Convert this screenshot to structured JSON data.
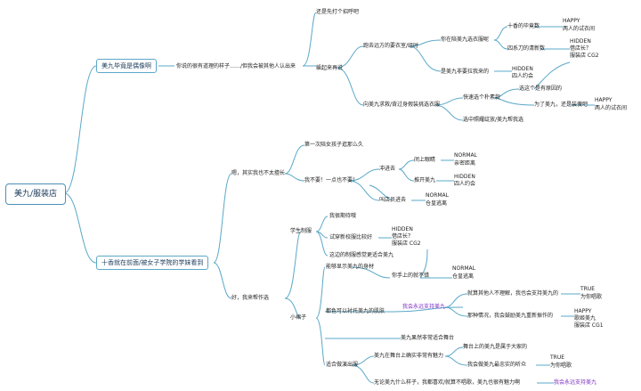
{
  "root": "美九/服装店",
  "branch1": {
    "title": "美九毕竟是偶像啊",
    "sub": "你说的很有道理的样子……/但我会被其他人认出来",
    "n_first": "还是先打个招呼吧",
    "n_far": "跑去远方的要衣室/组时",
    "n_see": "躲起来再说",
    "n_good": "你在陪美九选衣服呢",
    "n_fan": "十香的毕竟数",
    "n_happy1": "HAPPY",
    "n_happy1b": "两人的试衣间",
    "n_four": "四系刀的清新数",
    "n_hidden1": "HIDDEN",
    "n_hidden1b": "借店长？",
    "n_hidden1c": "服装店 CG2",
    "n_drag": "是美九非要拉我来的",
    "n_hidden2": "HIDDEN",
    "n_hidden2b": "四人约会",
    "n_mine": "选这个是有原因的",
    "n_ask": "向美九求救/背过身假装挑选衣服",
    "n_cute": "快速选个朴素款",
    "n_why": "为了美九，还是装傻吧",
    "n_happy2": "HAPPY",
    "n_happy2b": "两人的试衣间",
    "n_pick": "选中照耀绽放/美九帮我选"
  },
  "branch2": {
    "title": "十香就在前面/被女子学院的学妹看到",
    "uh": "嗯，其实我也不太擅长",
    "first_girl": "第一次陪女孩子逛那么久",
    "no_go": "我不要！一点也不要！",
    "rush": "冲进去",
    "close_eyes": "闭上眼睛",
    "normal1": "NORMAL",
    "normal1b": "亲密距离",
    "push": "推开美九",
    "hidden3": "HIDDEN",
    "hidden3b": "四人约会",
    "call_out": "叫店员进去",
    "normal2": "NORMAL",
    "normal2b": "仓皇逃离",
    "ok": "好，我来帮作选",
    "student": "学生制服",
    "cute_look": "我很期待哦",
    "try_compare": "试穿新校服比较好",
    "hidden4": "HIDDEN",
    "hidden4b": "借店长？",
    "hidden4c": "服装店 CG2",
    "fit": "这边的制服感觉更适合美九",
    "lolita": "小裙子",
    "show_body": "能够显示美九的身材",
    "hold": "你手上的就不错",
    "normal3": "NORMAL",
    "normal3b": "仓皇逃离",
    "support": "我会永远支持美九",
    "bright": "都色可以衬托美九的肌肤",
    "nobody": "就算其他人不理解，我也会支持美九的",
    "true1": "TRUE",
    "true1b": "为你唱歌",
    "cheer": "那种情况，我会鼓励美九重新振作的",
    "happy3": "HAPPY",
    "happy3b": "歌姬美九",
    "happy3c": "服装店 CG1",
    "stage_fit": "美九果然非常适合舞台",
    "stage_dress": "适合做演出服",
    "stage_light": "美九在舞台上确实非常有魅力",
    "belongs": "舞台上的美九是属于大家的",
    "sing": "我会做美九最忠实的听众",
    "true2": "TRUE",
    "true2b": "为你唱歌",
    "anything": "无论美九什么样子，我都喜欢/就算不唱歌，美九也很有魅力啊",
    "support2": "我会永远支持美九"
  }
}
